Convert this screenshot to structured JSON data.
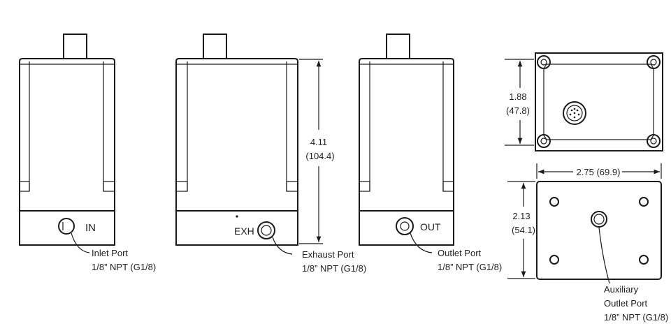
{
  "views": {
    "inlet": {
      "port_tag": "IN",
      "callout_line1": "Inlet Port",
      "callout_line2": "1/8” NPT (G1/8)"
    },
    "exhaust": {
      "port_tag": "EXH",
      "callout_line1": "Exhaust  Port",
      "callout_line2": "1/8” NPT (G1/8)"
    },
    "outlet": {
      "port_tag": "OUT",
      "callout_line1": "Outlet Port",
      "callout_line2": "1/8” NPT (G1/8)"
    },
    "auxiliary": {
      "callout_line1": "Auxiliary",
      "callout_line2": "Outlet Port",
      "callout_line3": "1/8” NPT (G1/8)"
    }
  },
  "dimensions": {
    "height_in": "4.11",
    "height_mm": "(104.4)",
    "depth_in": "1.88",
    "depth_mm": "(47.8)",
    "width_in": "2.75 (69.9)",
    "base_in": "2.13",
    "base_mm": "(54.1)"
  }
}
